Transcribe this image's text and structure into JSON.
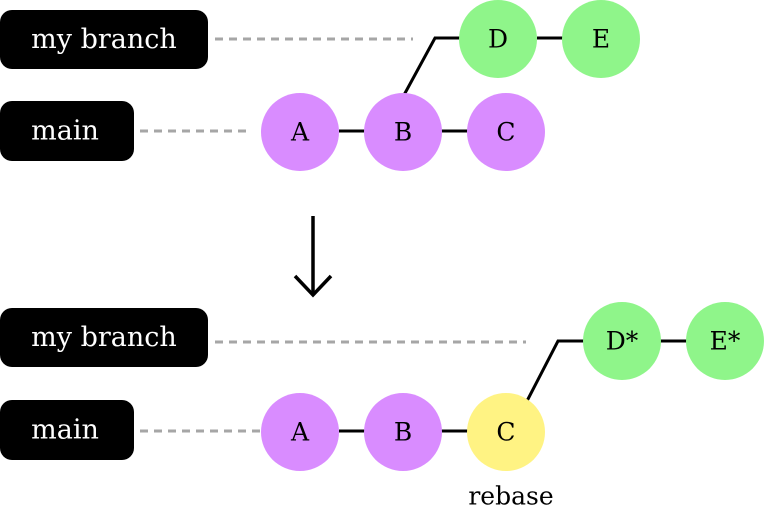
{
  "before": {
    "labels": {
      "branch": "my branch",
      "main": "main"
    },
    "commits": {
      "a": "A",
      "b": "B",
      "c": "C",
      "d": "D",
      "e": "E"
    }
  },
  "after": {
    "labels": {
      "branch": "my branch",
      "main": "main"
    },
    "commits": {
      "a": "A",
      "b": "B",
      "c": "C",
      "d": "D*",
      "e": "E*"
    },
    "caption": "rebase"
  },
  "colors": {
    "main_commit": "#d98cff",
    "branch_commit": "#8ff58a",
    "rebase_base": "#fff383",
    "label_bg": "#000000",
    "dashed_line": "#a6a6a6"
  },
  "icons": {
    "transition": "down-arrow-icon"
  }
}
